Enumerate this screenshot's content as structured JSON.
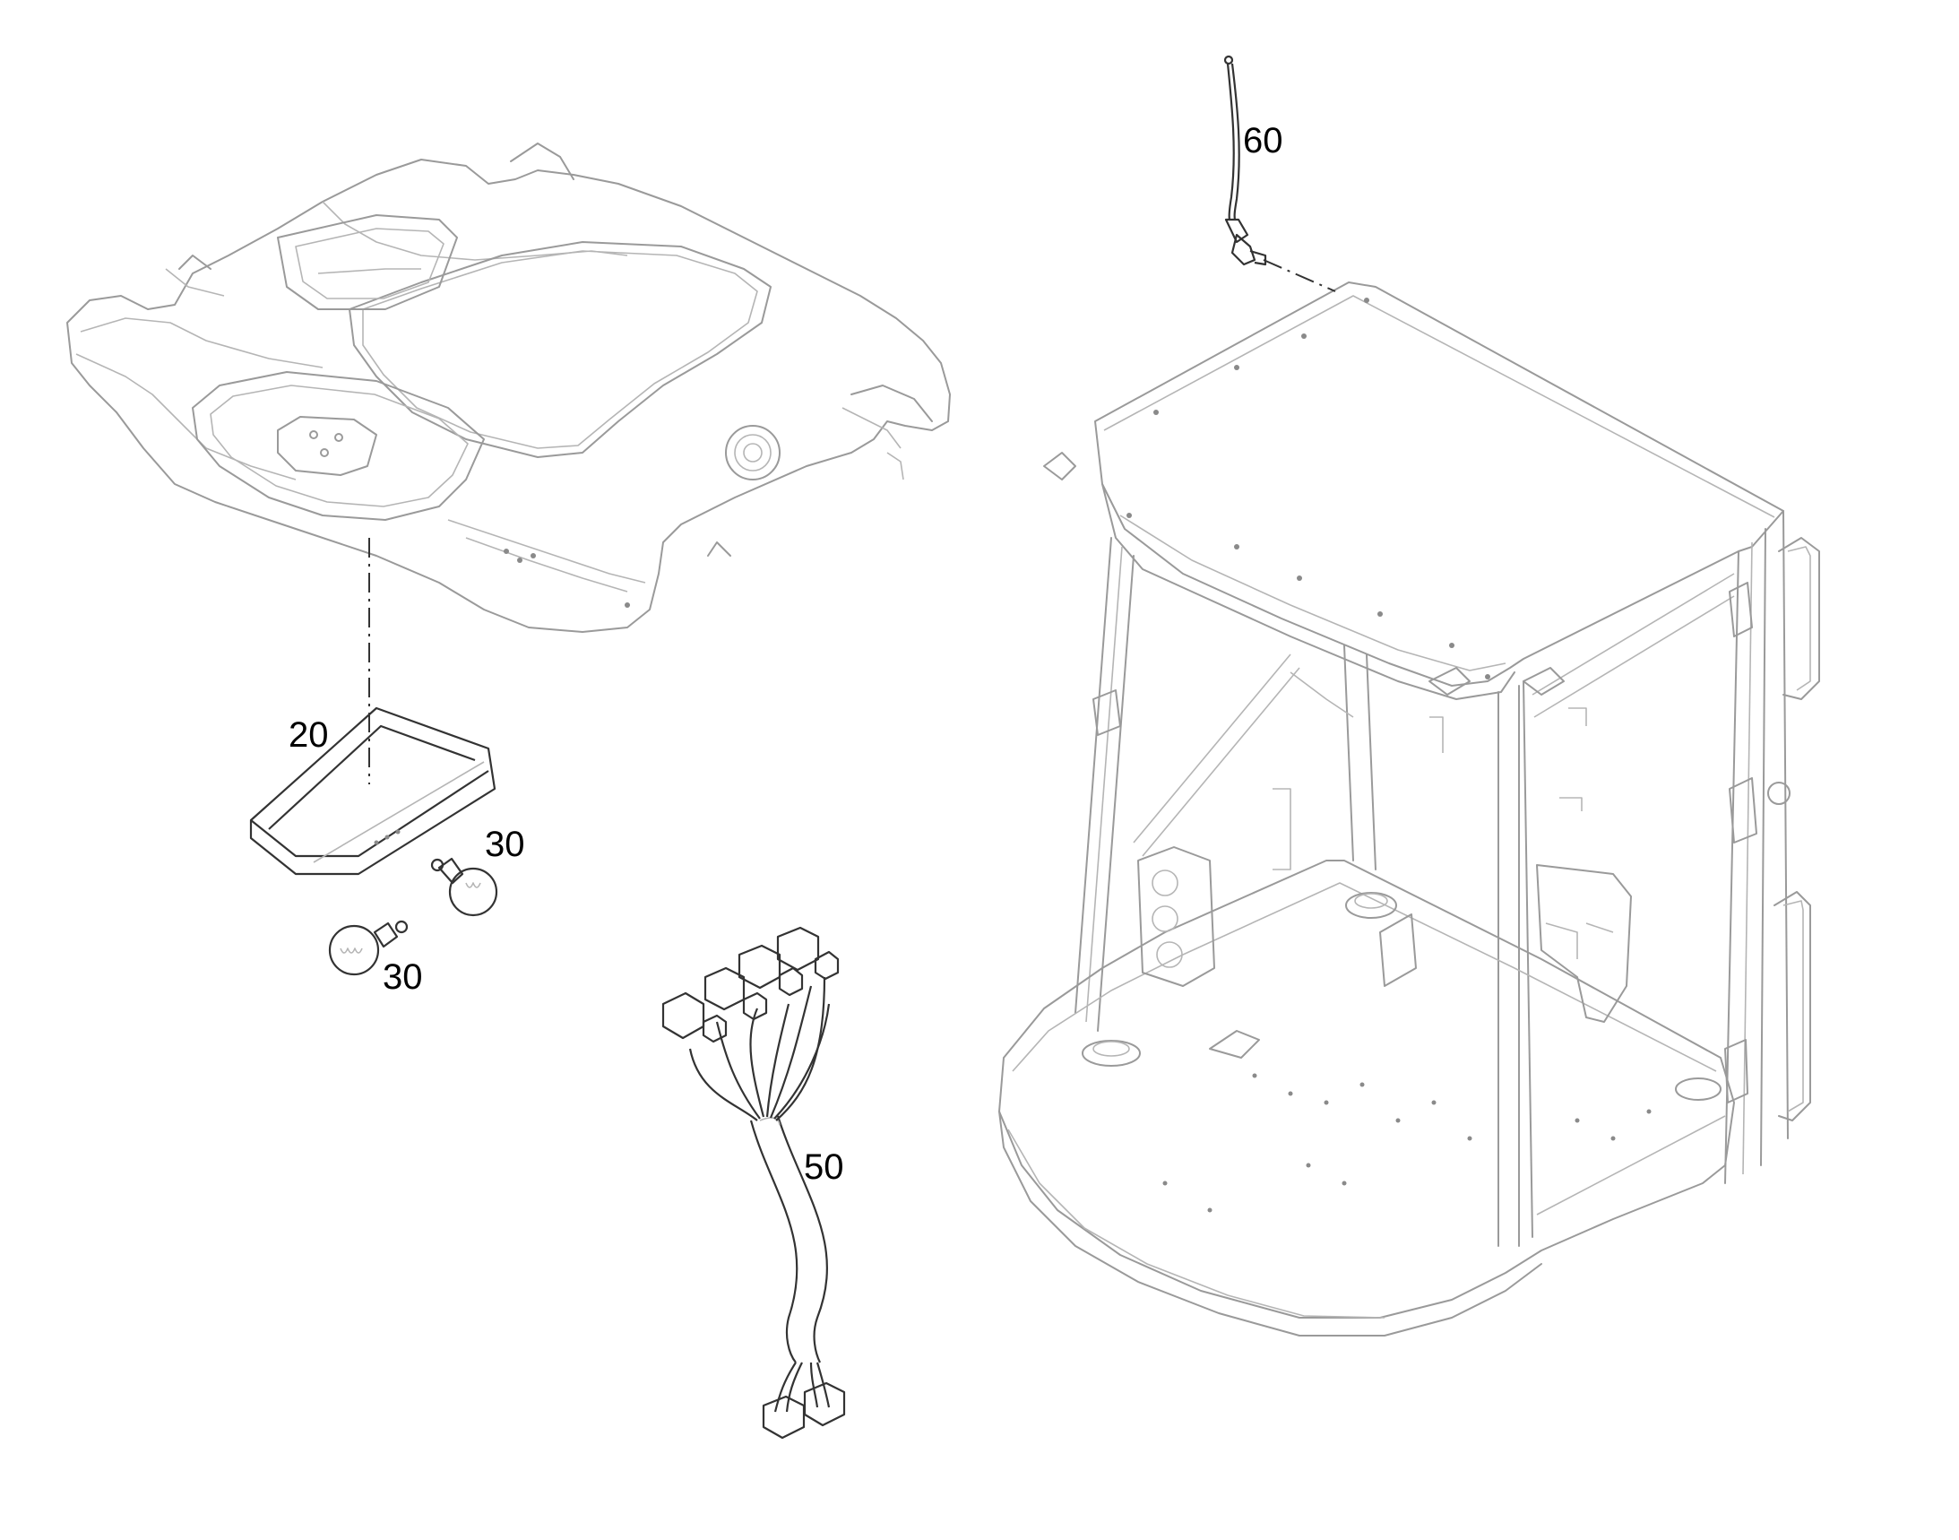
{
  "parts": [
    {
      "id": "roof-liner",
      "label": ""
    },
    {
      "id": "interior-lamp",
      "label": "20"
    },
    {
      "id": "bulb-upper",
      "label": "30"
    },
    {
      "id": "bulb-lower",
      "label": "30"
    },
    {
      "id": "wiring-harness",
      "label": "50"
    },
    {
      "id": "antenna",
      "label": "60"
    },
    {
      "id": "cab-frame",
      "label": ""
    }
  ],
  "colors": {
    "line": "#9a9a9a",
    "label": "#000000",
    "background": "#ffffff"
  }
}
